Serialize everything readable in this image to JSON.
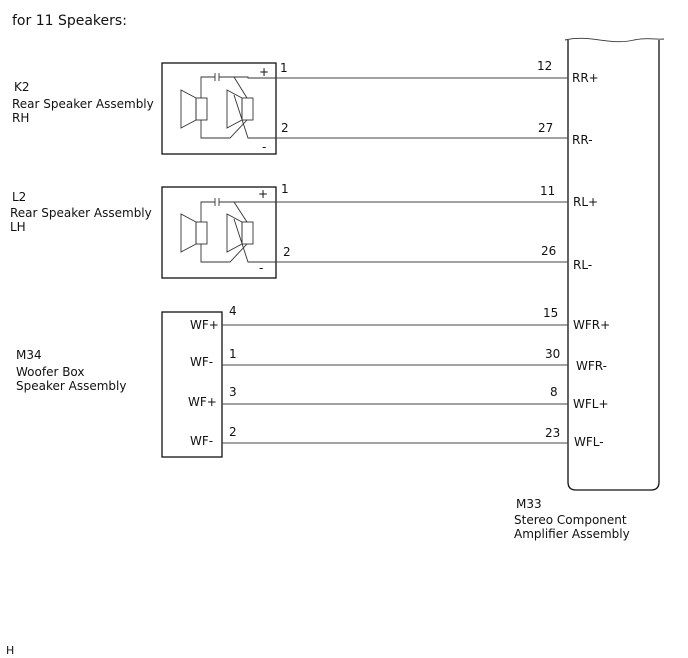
{
  "heading": "for 11 Speakers:",
  "footer_code": "H",
  "components": {
    "k2": {
      "code": "K2",
      "name_line1": "Rear Speaker Assembly",
      "name_line2": "RH",
      "plus": "+",
      "minus": "-"
    },
    "l2": {
      "code": "L2",
      "name_line1": "Rear Speaker Assembly",
      "name_line2": "LH",
      "plus": "+",
      "minus": "-"
    },
    "m34": {
      "code": "M34",
      "name_line1": "Woofer Box",
      "name_line2": "Speaker Assembly"
    },
    "m33": {
      "code": "M33",
      "name_line1": "Stereo Component",
      "name_line2": "Amplifier Assembly"
    }
  },
  "connections": [
    {
      "from_pin": "1",
      "from_label": "",
      "to_pin": "12",
      "to_label": "RR+"
    },
    {
      "from_pin": "2",
      "from_label": "",
      "to_pin": "27",
      "to_label": "RR-"
    },
    {
      "from_pin": "1",
      "from_label": "",
      "to_pin": "11",
      "to_label": "RL+"
    },
    {
      "from_pin": "2",
      "from_label": "",
      "to_pin": "26",
      "to_label": "RL-"
    },
    {
      "from_pin": "4",
      "from_label": "WF+",
      "to_pin": "15",
      "to_label": "WFR+"
    },
    {
      "from_pin": "1",
      "from_label": "WF-",
      "to_pin": "30",
      "to_label": "WFR-"
    },
    {
      "from_pin": "3",
      "from_label": "WF+",
      "to_pin": "8",
      "to_label": "WFL+"
    },
    {
      "from_pin": "2",
      "from_label": "WF-",
      "to_pin": "23",
      "to_label": "WFL-"
    }
  ]
}
